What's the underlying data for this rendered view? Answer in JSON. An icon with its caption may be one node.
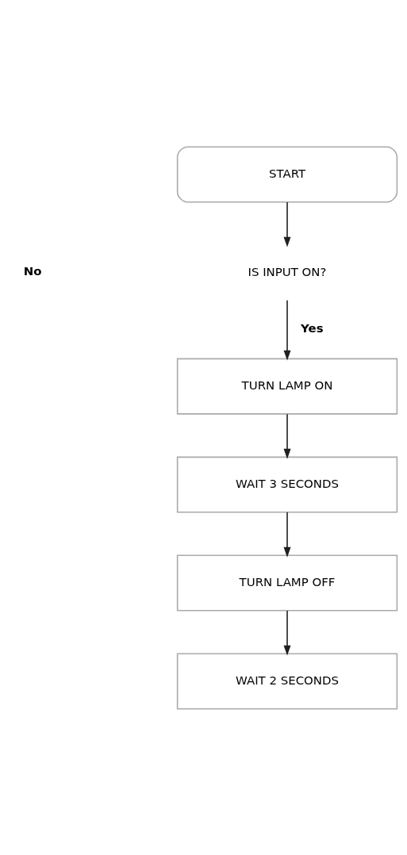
{
  "diagram": {
    "nodes": [
      {
        "text": [
          "START"
        ]
      },
      {
        "text": [
          "IS INPUT ON?"
        ]
      },
      {
        "text": [
          "TURN LAMP ON"
        ]
      },
      {
        "text": [
          "WAIT 3 SECONDS"
        ]
      },
      {
        "text": [
          "TURN LAMP OFF"
        ]
      },
      {
        "text": [
          "WAIT 2 SECONDS"
        ]
      }
    ],
    "edges": [
      {
        "from": 0,
        "to": 1,
        "arrow": "to"
      },
      {
        "from": 1,
        "to": 2,
        "arrow": "to",
        "label": "Yes"
      },
      {
        "from": 2,
        "to": 3,
        "arrow": "to"
      },
      {
        "from": 3,
        "to": 4,
        "arrow": "to"
      },
      {
        "from": 4,
        "to": 5,
        "arrow": "to"
      }
    ],
    "labels": [
      "No"
    ]
  }
}
